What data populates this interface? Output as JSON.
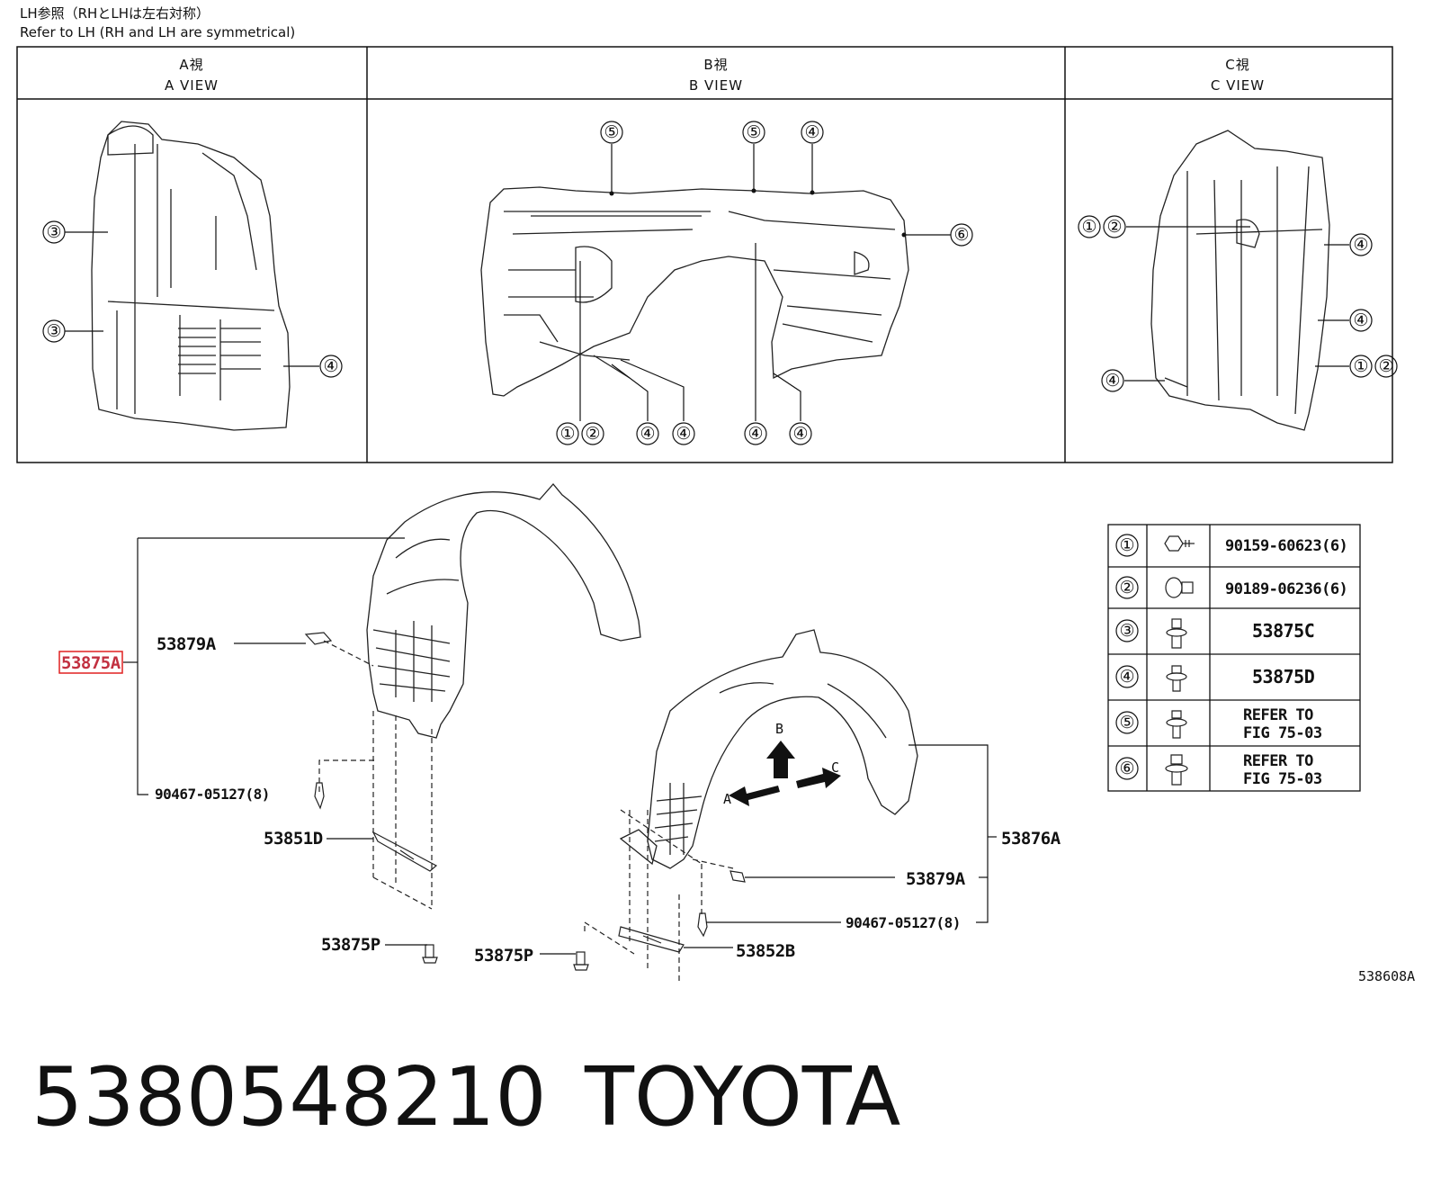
{
  "header": {
    "line_jp": "LH参照（RHとLHは左右対称）",
    "line_en": "Refer to LH (RH and LH are symmetrical)"
  },
  "views": [
    {
      "jp": "A視",
      "en": "A VIEW"
    },
    {
      "jp": "B視",
      "en": "B VIEW"
    },
    {
      "jp": "C視",
      "en": "C VIEW"
    }
  ],
  "view_callouts": {
    "a": [
      "③",
      "③",
      "④"
    ],
    "b": [
      "⑤",
      "⑤",
      "④",
      "⑥",
      "①",
      "②",
      "④",
      "④",
      "④",
      "④"
    ],
    "c": [
      "①",
      "②",
      "④",
      "④",
      "④",
      "①",
      "②"
    ]
  },
  "parts": {
    "p53875A": "53875A",
    "p53879A_left": "53879A",
    "p90467_left": "90467-05127(8)",
    "p53851D": "53851D",
    "p53875P_left": "53875P",
    "p53875P_right": "53875P",
    "p53852B": "53852B",
    "p53876A": "53876A",
    "p53879A_right": "53879A",
    "p90467_right": "90467-05127(8)"
  },
  "direction_labels": {
    "a": "A",
    "b": "B",
    "c": "C"
  },
  "legend": [
    {
      "num": "①",
      "part": "90159-60623(6)",
      "icon": "bolt-icon"
    },
    {
      "num": "②",
      "part": "90189-06236(6)",
      "icon": "grommet-icon"
    },
    {
      "num": "③",
      "part": "53875C",
      "icon": "clip-icon"
    },
    {
      "num": "④",
      "part": "53875D",
      "icon": "clip-icon"
    },
    {
      "num": "⑤",
      "part": "REFER TO FIG 75-03",
      "part_l1": "REFER TO",
      "part_l2": "FIG 75-03",
      "icon": "clip-icon"
    },
    {
      "num": "⑥",
      "part": "REFER TO FIG 75-03",
      "part_l1": "REFER TO",
      "part_l2": "FIG 75-03",
      "icon": "clip-icon"
    }
  ],
  "diagram_id": "538608A",
  "footer": {
    "part_number": "5380548210",
    "brand": "TOYOTA"
  },
  "colors": {
    "highlight_box": "#e02020",
    "line": "#111111"
  }
}
